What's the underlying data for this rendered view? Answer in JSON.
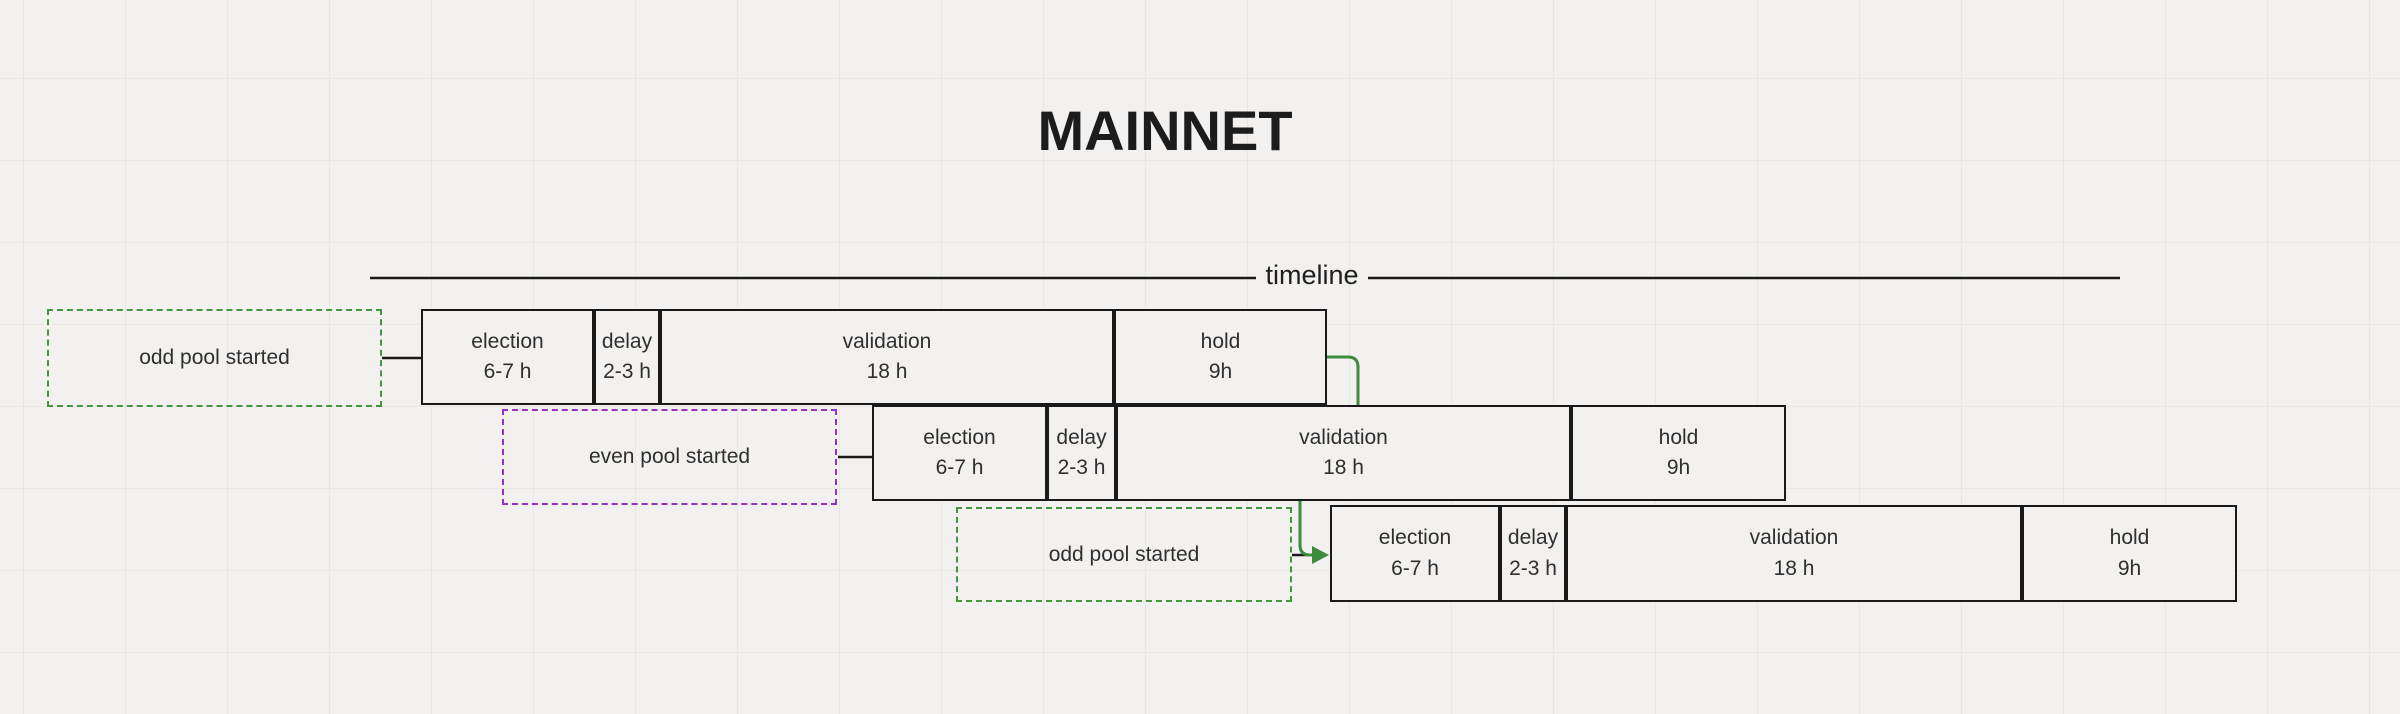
{
  "title": "MAINNET",
  "timeline": {
    "label": "timeline"
  },
  "colors": {
    "background": "#f2f1ef",
    "ink": "#1a1a1a",
    "odd_pool_green": "#45953f",
    "even_pool_purple": "#9a2fc1",
    "connector_green": "#3d8b3d"
  },
  "rows": [
    {
      "start_label": "odd pool started",
      "start_color": "green",
      "phases": [
        {
          "name": "election",
          "duration": "6-7 h"
        },
        {
          "name": "delay",
          "duration": "2-3 h"
        },
        {
          "name": "validation",
          "duration": "18 h"
        },
        {
          "name": "hold",
          "duration": "9h"
        }
      ]
    },
    {
      "start_label": "even pool started",
      "start_color": "purple",
      "phases": [
        {
          "name": "election",
          "duration": "6-7 h"
        },
        {
          "name": "delay",
          "duration": "2-3 h"
        },
        {
          "name": "validation",
          "duration": "18 h"
        },
        {
          "name": "hold",
          "duration": "9h"
        }
      ]
    },
    {
      "start_label": "odd pool started",
      "start_color": "green",
      "phases": [
        {
          "name": "election",
          "duration": "6-7 h"
        },
        {
          "name": "delay",
          "duration": "2-3 h"
        },
        {
          "name": "validation",
          "duration": "18 h"
        },
        {
          "name": "hold",
          "duration": "9h"
        }
      ]
    }
  ]
}
